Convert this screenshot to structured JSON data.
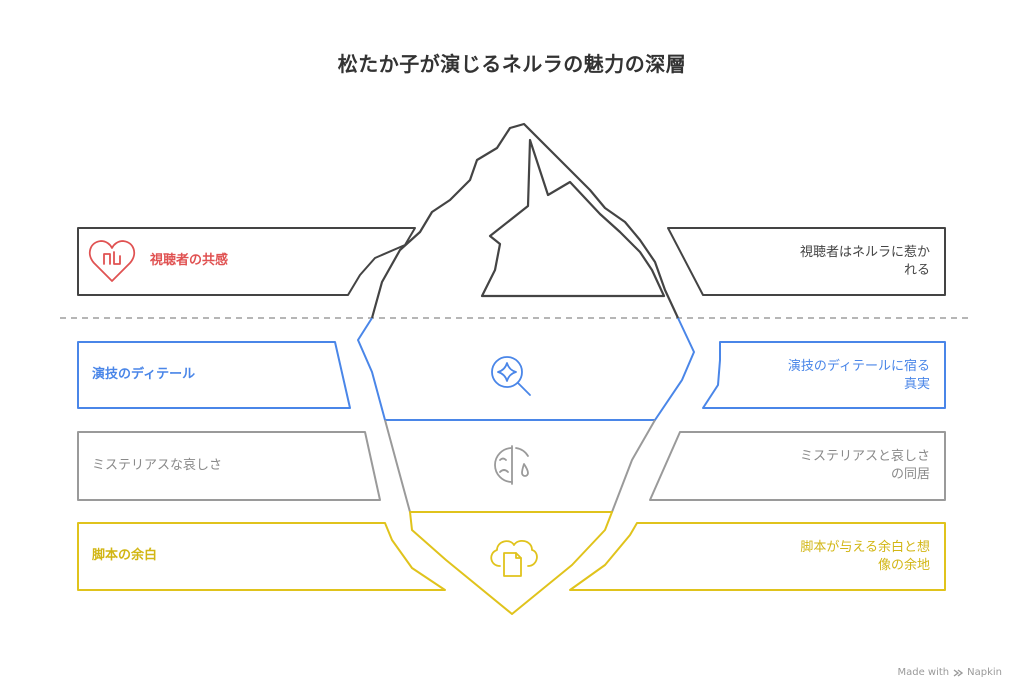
{
  "title": "松たか子が演じるネルラの魅力の深層",
  "colors": {
    "red": "#e05252",
    "blue": "#4a86e8",
    "gray": "#9a9a9a",
    "yellow": "#e0c31c",
    "dark": "#444444",
    "dash": "#9e9e9e"
  },
  "layers": [
    {
      "label": "視聴者の共感",
      "desc_lines": [
        "視聴者はネルラに惹か",
        "れる"
      ],
      "icon": "heart-icon",
      "color": "#e05252"
    },
    {
      "label": "演技のディテール",
      "desc_lines": [
        "演技のディテールに宿る",
        "真実"
      ],
      "icon": "search-sparkle-icon",
      "color": "#4a86e8"
    },
    {
      "label": "ミステリアスな哀しさ",
      "desc_lines": [
        "ミステリアスと哀しさ",
        "の同居"
      ],
      "icon": "sad-face-icon",
      "color": "#9a9a9a"
    },
    {
      "label": "脚本の余白",
      "desc_lines": [
        "脚本が与える余白と想",
        "像の余地"
      ],
      "icon": "cloud-document-icon",
      "color": "#e0c31c"
    }
  ],
  "watermark": {
    "made_with": "Made with",
    "brand": "Napkin"
  }
}
